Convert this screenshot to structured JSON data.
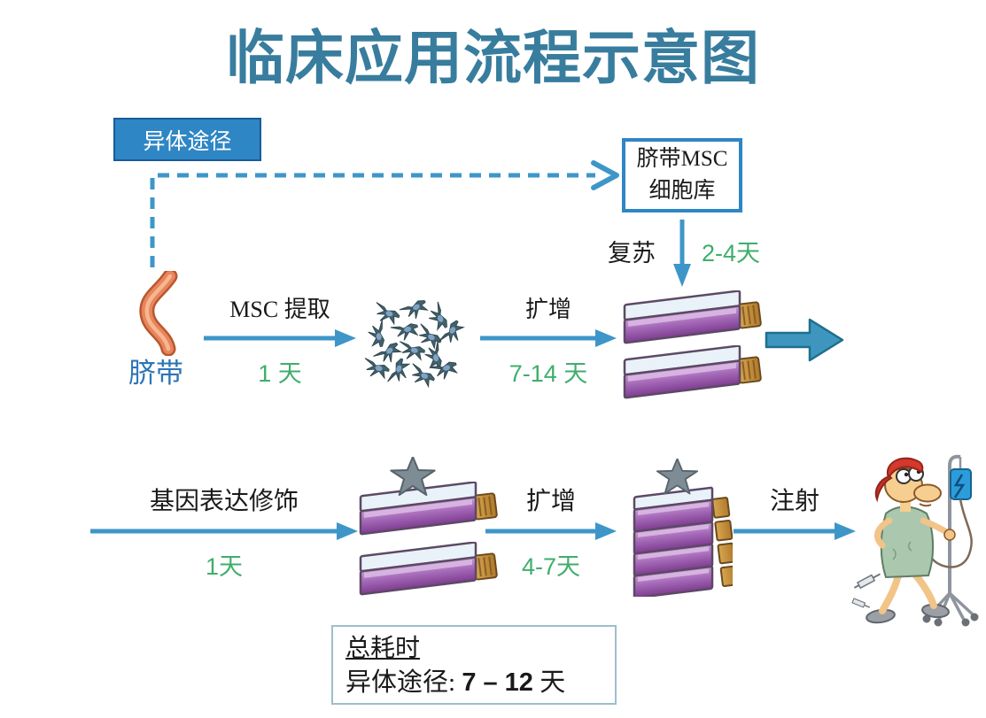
{
  "title": "临床应用流程示意图",
  "legend_box": {
    "label": "异体途径"
  },
  "cell_bank": {
    "line1": "脐带MSC",
    "line2": "细胞库"
  },
  "thaw": {
    "label": "复苏",
    "duration": "2-4天"
  },
  "source": {
    "label": "脐带"
  },
  "steps": {
    "extract": {
      "label": "MSC 提取",
      "duration": "1 天"
    },
    "expand1": {
      "label": "扩增",
      "duration": "7-14 天"
    },
    "modify": {
      "label": "基因表达修饰",
      "duration": "1天"
    },
    "expand2": {
      "label": "扩增",
      "duration": "4-7天"
    },
    "inject": {
      "label": "注射"
    }
  },
  "summary": {
    "heading": "总耗时",
    "route_label": "异体途径: ",
    "value": "7 – 12",
    "unit": " 天"
  },
  "colors": {
    "title_color": "#387D9E",
    "arrow_color": "#3E96C8",
    "duration_green": "#3EAE6B",
    "badge_blue": "#2E86C4",
    "bank_border": "#2E86C4",
    "label_blue": "#2E74B5"
  }
}
